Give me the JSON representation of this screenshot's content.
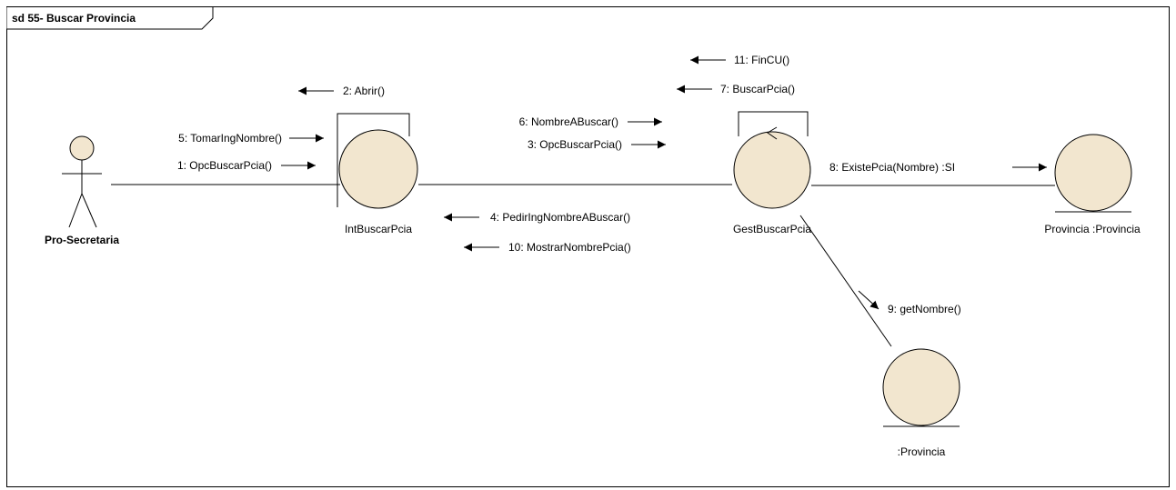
{
  "frame": {
    "title": "sd 55- Buscar Provincia"
  },
  "actor": {
    "name": "Pro-Secretaria"
  },
  "objects": {
    "boundary": "IntBuscarPcia",
    "control": "GestBuscarPcia",
    "entity_main": "Provincia :Provincia",
    "entity_secondary": ":Provincia"
  },
  "messages": {
    "m1": "1: OpcBuscarPcia()",
    "m2": "2: Abrir()",
    "m3": "3: OpcBuscarPcia()",
    "m4": "4: PedirIngNombreABuscar()",
    "m5": "5: TomarIngNombre()",
    "m6": "6: NombreABuscar()",
    "m7": "7: BuscarPcia()",
    "m8": "8: ExistePcia(Nombre) :SI",
    "m9": "9: getNombre()",
    "m10": "10: MostrarNombrePcia()",
    "m11": "11: FinCU()"
  },
  "colors": {
    "object_fill": "#f2e6cf",
    "line": "#000000",
    "frame_border": "#000000"
  }
}
